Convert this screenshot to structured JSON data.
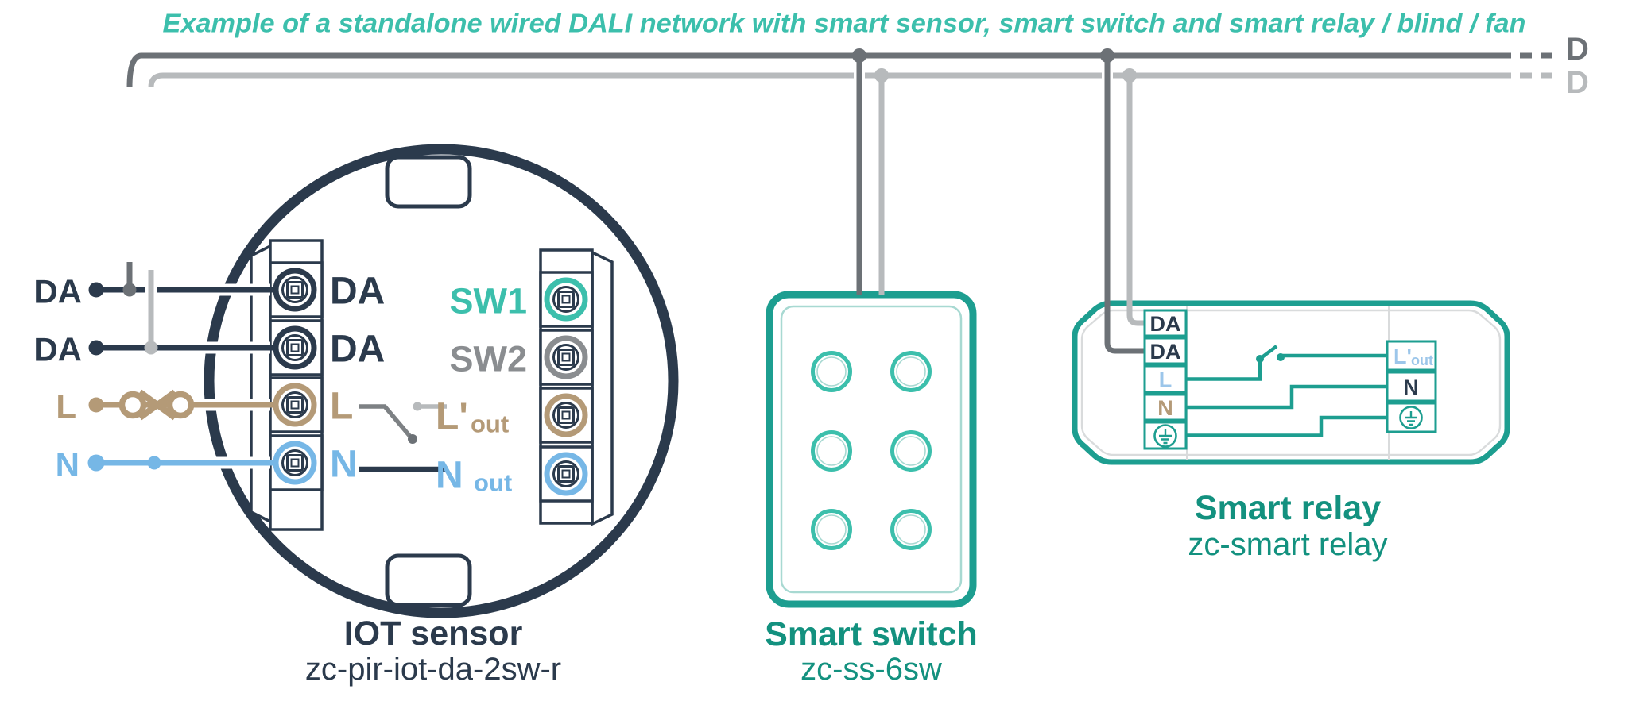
{
  "title": {
    "text": "Example of a standalone wired DALI network with smart sensor, smart switch and smart relay / blind / fan"
  },
  "bus": {
    "d_top_label": "D",
    "d_bottom_label": "D"
  },
  "mains_inputs": {
    "da1": "DA",
    "da2": "DA",
    "live": "L",
    "neutral": "N"
  },
  "iot_sensor": {
    "terminals_left": {
      "da1": "DA",
      "da2": "DA",
      "live": "L",
      "neutral": "N"
    },
    "terminals_right": {
      "sw1": "SW1",
      "sw2": "SW2",
      "lout_main": "L'",
      "lout_sub": "out",
      "nout_main": "N",
      "nout_sub": "out"
    },
    "caption_name": "IOT sensor",
    "caption_model": "zc-pir-iot-da-2sw-r"
  },
  "smart_switch": {
    "caption_name": "Smart switch",
    "caption_model": "zc-ss-6sw",
    "button_count": 6
  },
  "smart_relay": {
    "terminals_left": {
      "da1": "DA",
      "da2": "DA",
      "live": "L",
      "neutral": "N",
      "earth_icon": "earth-ground-icon"
    },
    "terminals_right": {
      "lout_main": "L'",
      "lout_sub": "out",
      "neutral": "N",
      "earth_icon": "earth-ground-icon"
    },
    "caption_name": "Smart relay",
    "caption_model": "zc-smart relay"
  },
  "colors": {
    "navy": "#2b3a4c",
    "teal_bright": "#3cbfac",
    "teal_deep": "#13917f",
    "teal_border": "#1d9e90",
    "teal_inner": "#a8d9d2",
    "tan": "#b49a77",
    "blue": "#76b7e6",
    "blue_light": "#9cc6ea",
    "gray_dark": "#6c7176",
    "gray_light": "#b7babc",
    "gray_mid": "#7d8184",
    "gray_inner": "#d9dbdc",
    "sw2_gray": "#8a8d90"
  }
}
